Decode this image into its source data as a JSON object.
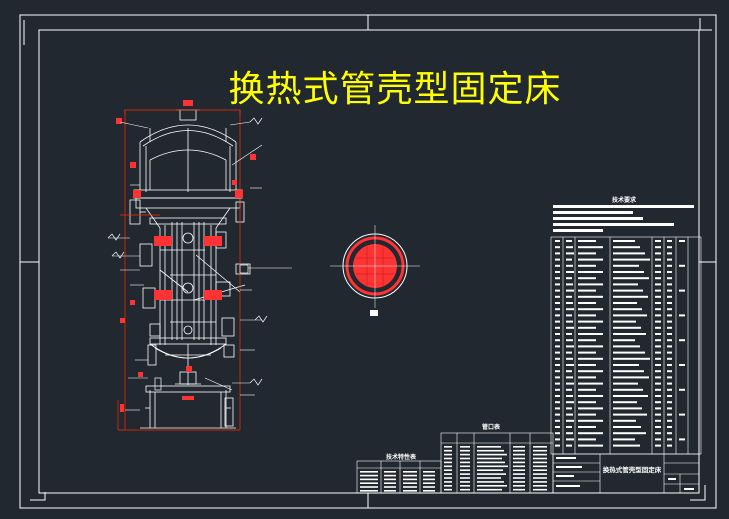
{
  "drawing": {
    "title": "换热式管壳型固定床",
    "technical_requirements_title": "技术要求",
    "nozzle_table_title": "管口表",
    "tech_characteristics_title": "技术特性表",
    "title_block_name": "换热式管壳型固定床",
    "colors": {
      "background": "#212830",
      "line": "#ffffff",
      "title": "#ffff00",
      "accent": "#ff2a00",
      "hatch": "#ff3333"
    }
  }
}
